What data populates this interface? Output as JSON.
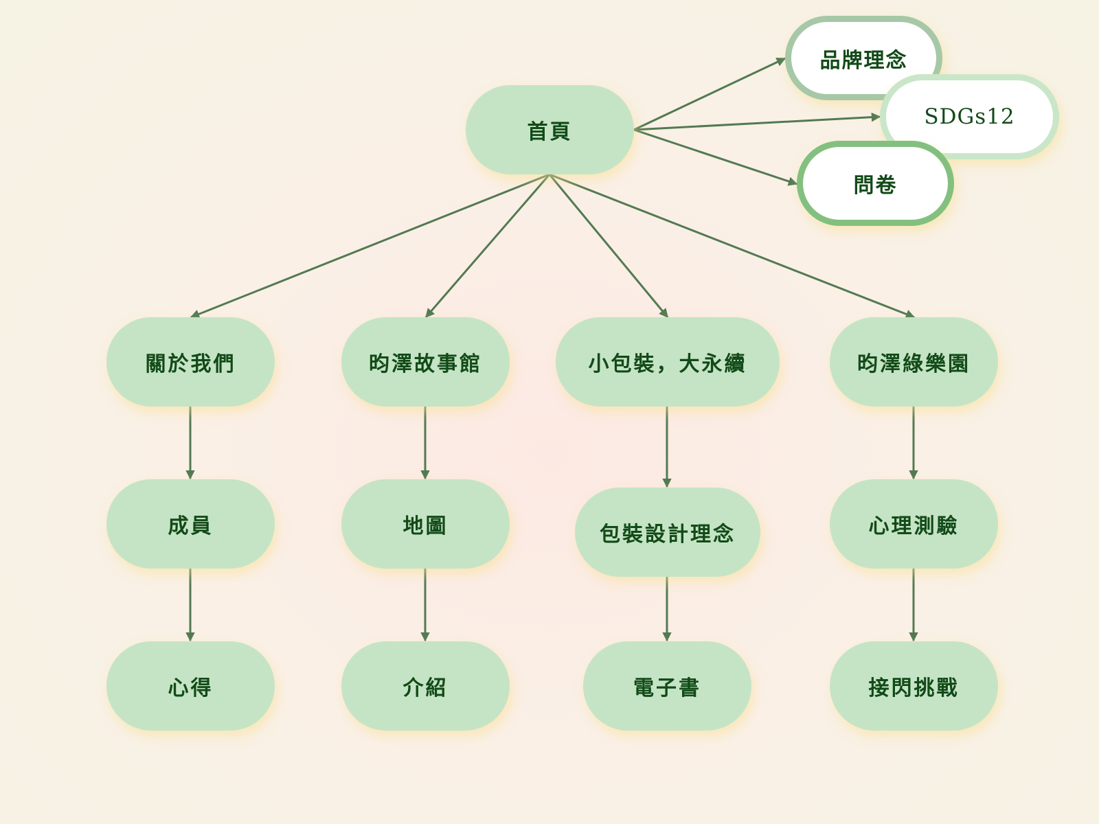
{
  "diagram": {
    "root": {
      "label": "首頁"
    },
    "side_links": [
      {
        "label": "品牌理念"
      },
      {
        "label": "SDGs12"
      },
      {
        "label": "問卷"
      }
    ],
    "columns": [
      {
        "title": "關於我們",
        "children": [
          "成員",
          "心得"
        ]
      },
      {
        "title": "昀澤故事館",
        "children": [
          "地圖",
          "介紹"
        ]
      },
      {
        "title": "小包裝，大永續",
        "children": [
          "包裝設計理念",
          "電子書"
        ]
      },
      {
        "title": "昀澤綠樂園",
        "children": [
          "心理測驗",
          "接閃挑戰"
        ]
      }
    ],
    "colors": {
      "node_fill": "#c5e4c5",
      "node_text": "#124a18",
      "edge": "#527a52"
    }
  }
}
